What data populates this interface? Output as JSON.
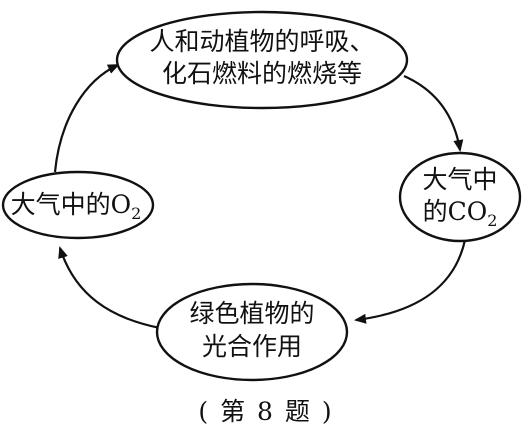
{
  "nodes": {
    "top": {
      "line1": "人和动植物的呼吸、",
      "line2": "化石燃料的燃烧等"
    },
    "right": {
      "line1": "大气中",
      "line2_prefix": "的CO",
      "line2_sub": "2"
    },
    "bottom": {
      "line1": "绿色植物的",
      "line2": "光合作用"
    },
    "left": {
      "prefix": "大气中的O",
      "sub": "2"
    }
  },
  "caption": "( 第 8 题 )"
}
